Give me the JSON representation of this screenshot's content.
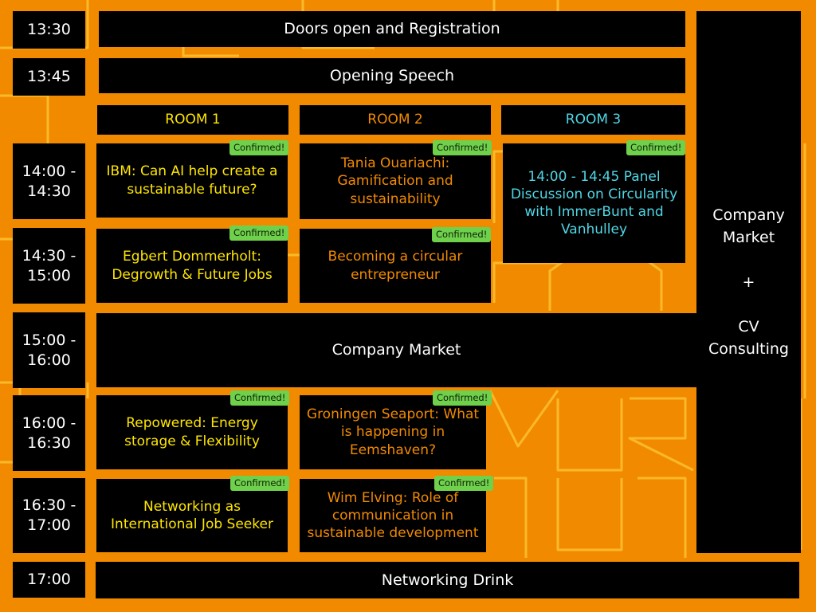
{
  "times": [
    "13:30",
    "13:45",
    "14:00 -\n14:30",
    "14:30 -\n15:00",
    "15:00 -\n16:00",
    "16:00 -\n16:30",
    "16:30 -\n17:00",
    "17:00"
  ],
  "plenary": {
    "doors": "Doors open and Registration",
    "opening": "Opening Speech",
    "company_market": "Company Market",
    "networking_drink": "Networking Drink"
  },
  "rooms": [
    "ROOM 1",
    "ROOM 2",
    "ROOM 3"
  ],
  "sessions": {
    "r1_1400": "IBM: Can AI help create a sustainable future?",
    "r2_1400": "Tania Ouariachi: Gamification and sustainability",
    "r3_1400": "14:00 - 14:45 Panel Discussion on Circularity with ImmerBunt and Vanhulley",
    "r1_1430": "Egbert Dommerholt: Degrowth & Future Jobs",
    "r2_1430": "Becoming a circular entrepreneur",
    "r1_1600": "Repowered: Energy storage & Flexibility",
    "r2_1600": "Groningen Seaport: What is happening in Eemshaven?",
    "r1_1630": "Networking as International Job Seeker",
    "r2_1630": "Wim Elving: Role of communication in sustainable development"
  },
  "badge_label": "Confirmed!",
  "sidebar": "Company\nMarket\n\n+\n\nCV\nConsulting",
  "colors": {
    "background": "#f28a00",
    "room1": "#ffe600",
    "room2": "#f28a00",
    "room3": "#4fd7e6",
    "badge": "#6fd04c"
  }
}
